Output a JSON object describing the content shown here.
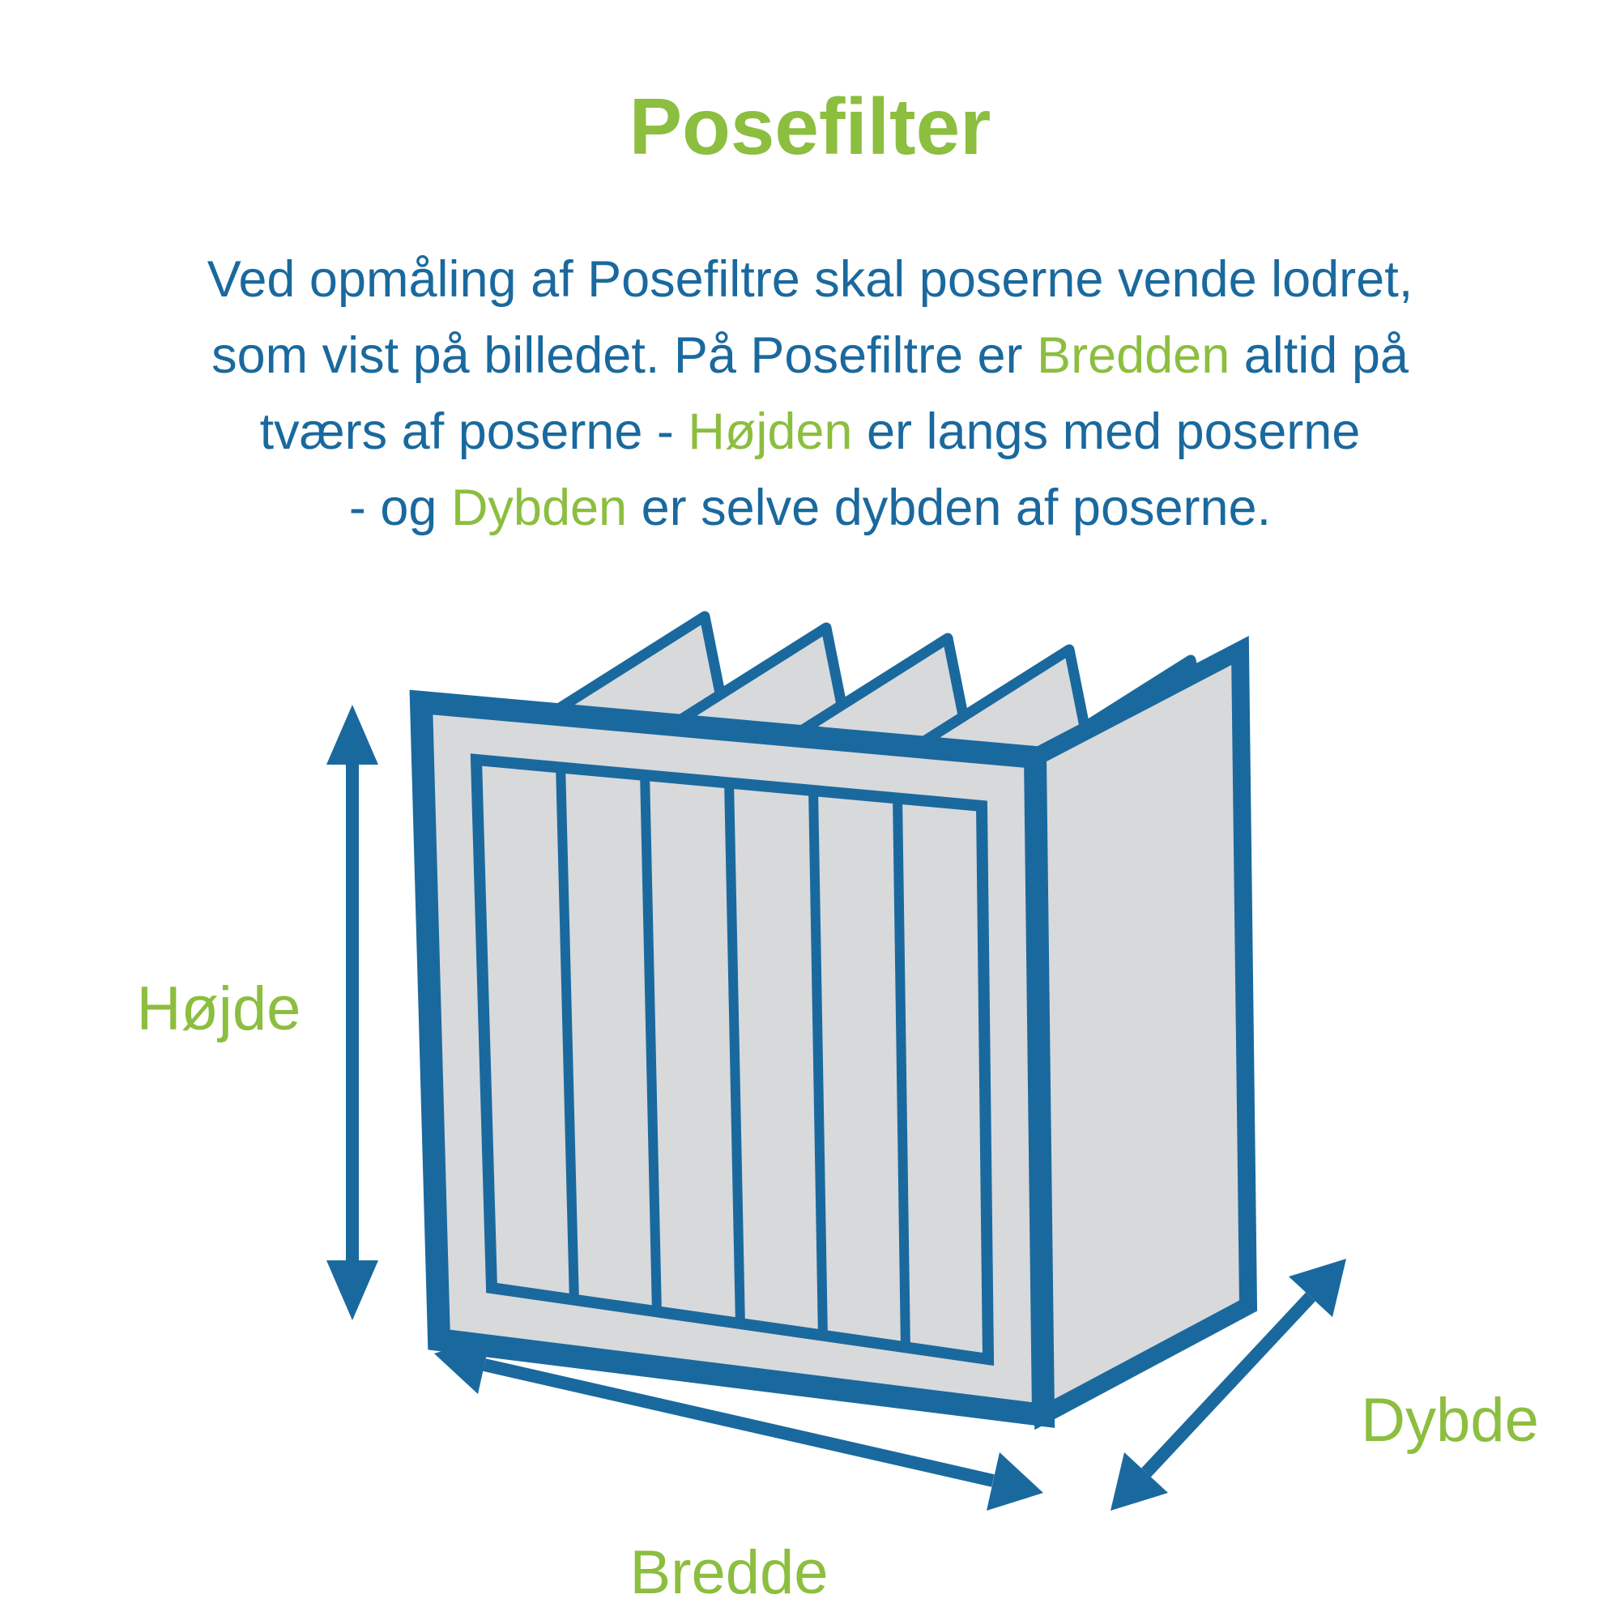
{
  "title": "Posefilter",
  "intro": {
    "lines": [
      {
        "segments": [
          {
            "text": "Ved opmåling af Posefiltre skal poserne vende lodret,",
            "color": "blue"
          }
        ]
      },
      {
        "segments": [
          {
            "text": "som vist på billedet. På Posefiltre er ",
            "color": "blue"
          },
          {
            "text": "Bredden",
            "color": "green"
          },
          {
            "text": " altid på",
            "color": "blue"
          }
        ]
      },
      {
        "segments": [
          {
            "text": "tværs af poserne - ",
            "color": "blue"
          },
          {
            "text": "Højden",
            "color": "green"
          },
          {
            "text": " er langs med poserne",
            "color": "blue"
          }
        ]
      },
      {
        "segments": [
          {
            "text": "- og ",
            "color": "blue"
          },
          {
            "text": "Dybden",
            "color": "green"
          },
          {
            "text": " er selve dybden af poserne.",
            "color": "blue"
          }
        ]
      }
    ]
  },
  "diagram": {
    "height_label": "Højde",
    "width_label": "Bredde",
    "depth_label": "Dybde"
  },
  "colors": {
    "accent_green": "#8CBE3F",
    "accent_blue": "#1A699E",
    "filter_gray": "#D8D9DB"
  }
}
